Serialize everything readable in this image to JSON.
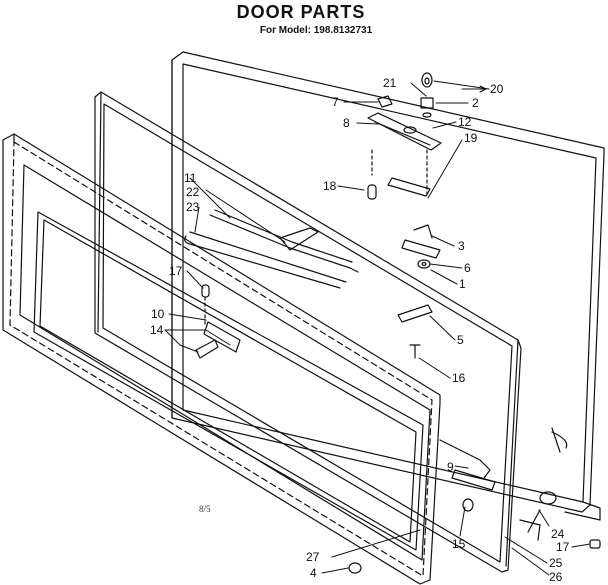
{
  "header": {
    "title": "DOOR PARTS",
    "subtitle": "For Model: 198.8132731"
  },
  "footnote": "8/5",
  "callouts": [
    {
      "id": "c20",
      "text": "20"
    },
    {
      "id": "c21",
      "text": "21"
    },
    {
      "id": "c2",
      "text": "2"
    },
    {
      "id": "c7",
      "text": "7"
    },
    {
      "id": "c8",
      "text": "8"
    },
    {
      "id": "c12",
      "text": "12"
    },
    {
      "id": "c19",
      "text": "19"
    },
    {
      "id": "c18",
      "text": "18"
    },
    {
      "id": "c11",
      "text": "11"
    },
    {
      "id": "c22",
      "text": "22"
    },
    {
      "id": "c23",
      "text": "23"
    },
    {
      "id": "c3",
      "text": "3"
    },
    {
      "id": "c6",
      "text": "6"
    },
    {
      "id": "c1",
      "text": "1"
    },
    {
      "id": "c17a",
      "text": "17"
    },
    {
      "id": "c10",
      "text": "10"
    },
    {
      "id": "c14",
      "text": "14"
    },
    {
      "id": "c5",
      "text": "5"
    },
    {
      "id": "c16",
      "text": "16"
    },
    {
      "id": "c9",
      "text": "9"
    },
    {
      "id": "c15",
      "text": "15"
    },
    {
      "id": "c24",
      "text": "24"
    },
    {
      "id": "c17b",
      "text": "17"
    },
    {
      "id": "c25",
      "text": "25"
    },
    {
      "id": "c26",
      "text": "26"
    },
    {
      "id": "c27",
      "text": "27"
    },
    {
      "id": "c4",
      "text": "4"
    }
  ]
}
